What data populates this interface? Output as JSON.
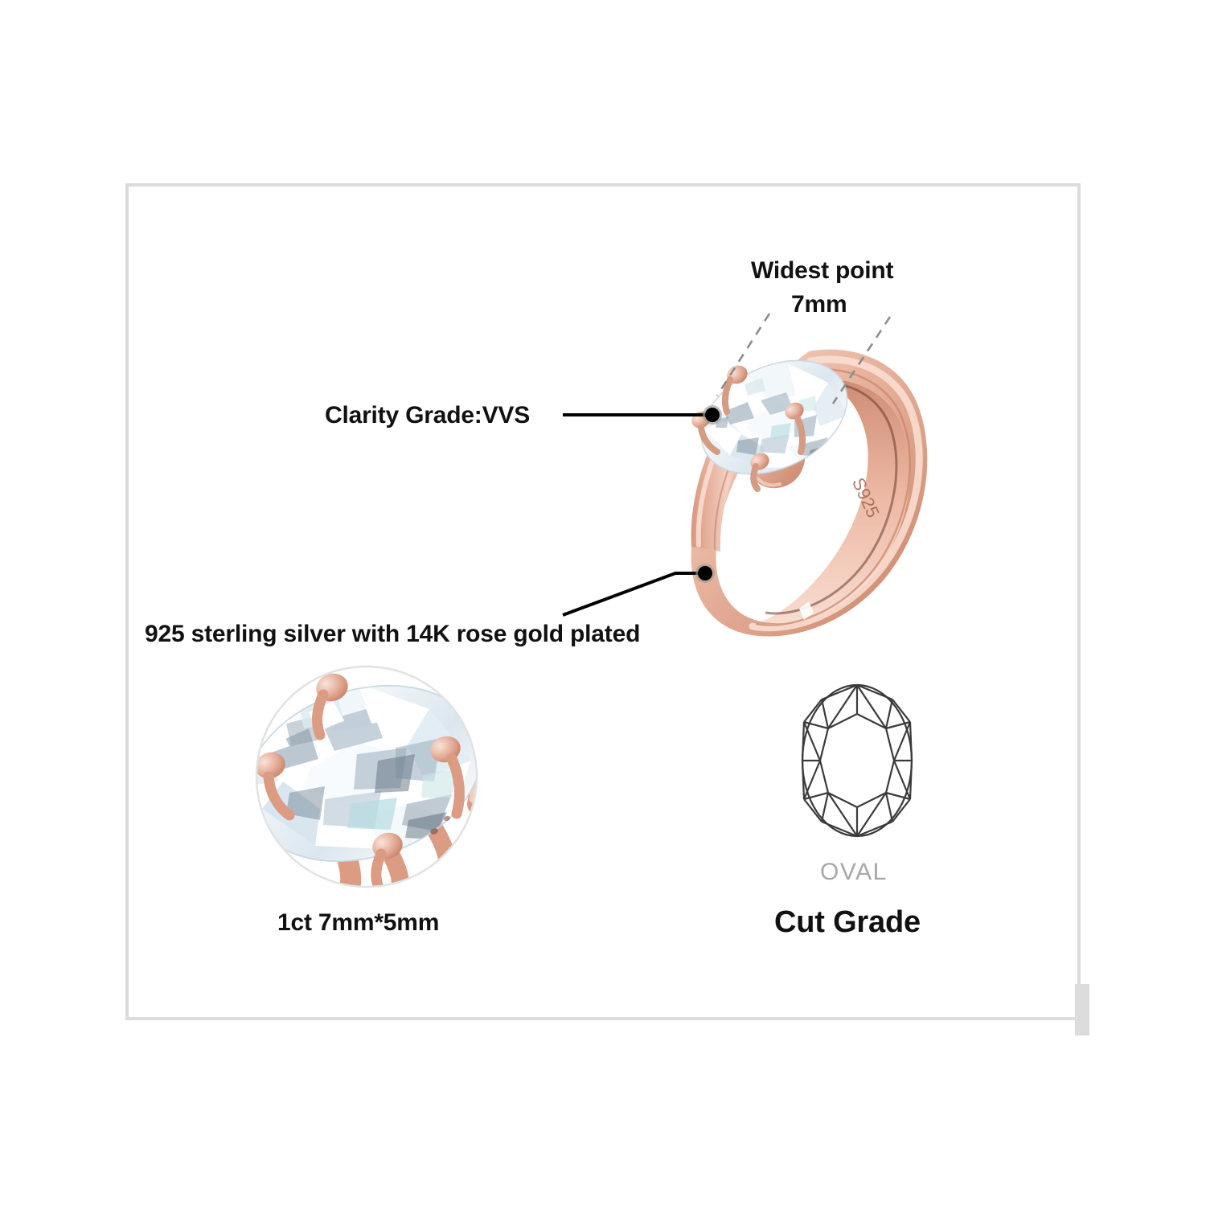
{
  "page": {
    "background_color": "#ffffff",
    "frame_color": "#dcdcdc"
  },
  "callouts": {
    "widest_point_line1": "Widest point",
    "widest_point_line2": "7mm",
    "clarity": "Clarity Grade:VVS",
    "material": "925 sterling silver with 14K rose gold plated"
  },
  "ring": {
    "metal_stamp": "S925",
    "metal_color": "#e0a894",
    "metal_highlight": "#f6d2c4",
    "metal_shadow": "#c0806c",
    "stone_color": "#e9f0f5"
  },
  "stone_detail": {
    "caption": "1ct 7mm*5mm",
    "magnifier_border_color": "#e2e2e2"
  },
  "cut_grade": {
    "shape_name": "OVAL",
    "shape_name_color": "#a8a8a8",
    "title": "Cut Grade",
    "diagram_line_color": "#3a3a3a"
  },
  "markers": {
    "dot_color": "#000000",
    "dot_halo_color": "#9b9b9b",
    "leader_color": "#000000",
    "dashed_color": "#8d8d8d"
  }
}
